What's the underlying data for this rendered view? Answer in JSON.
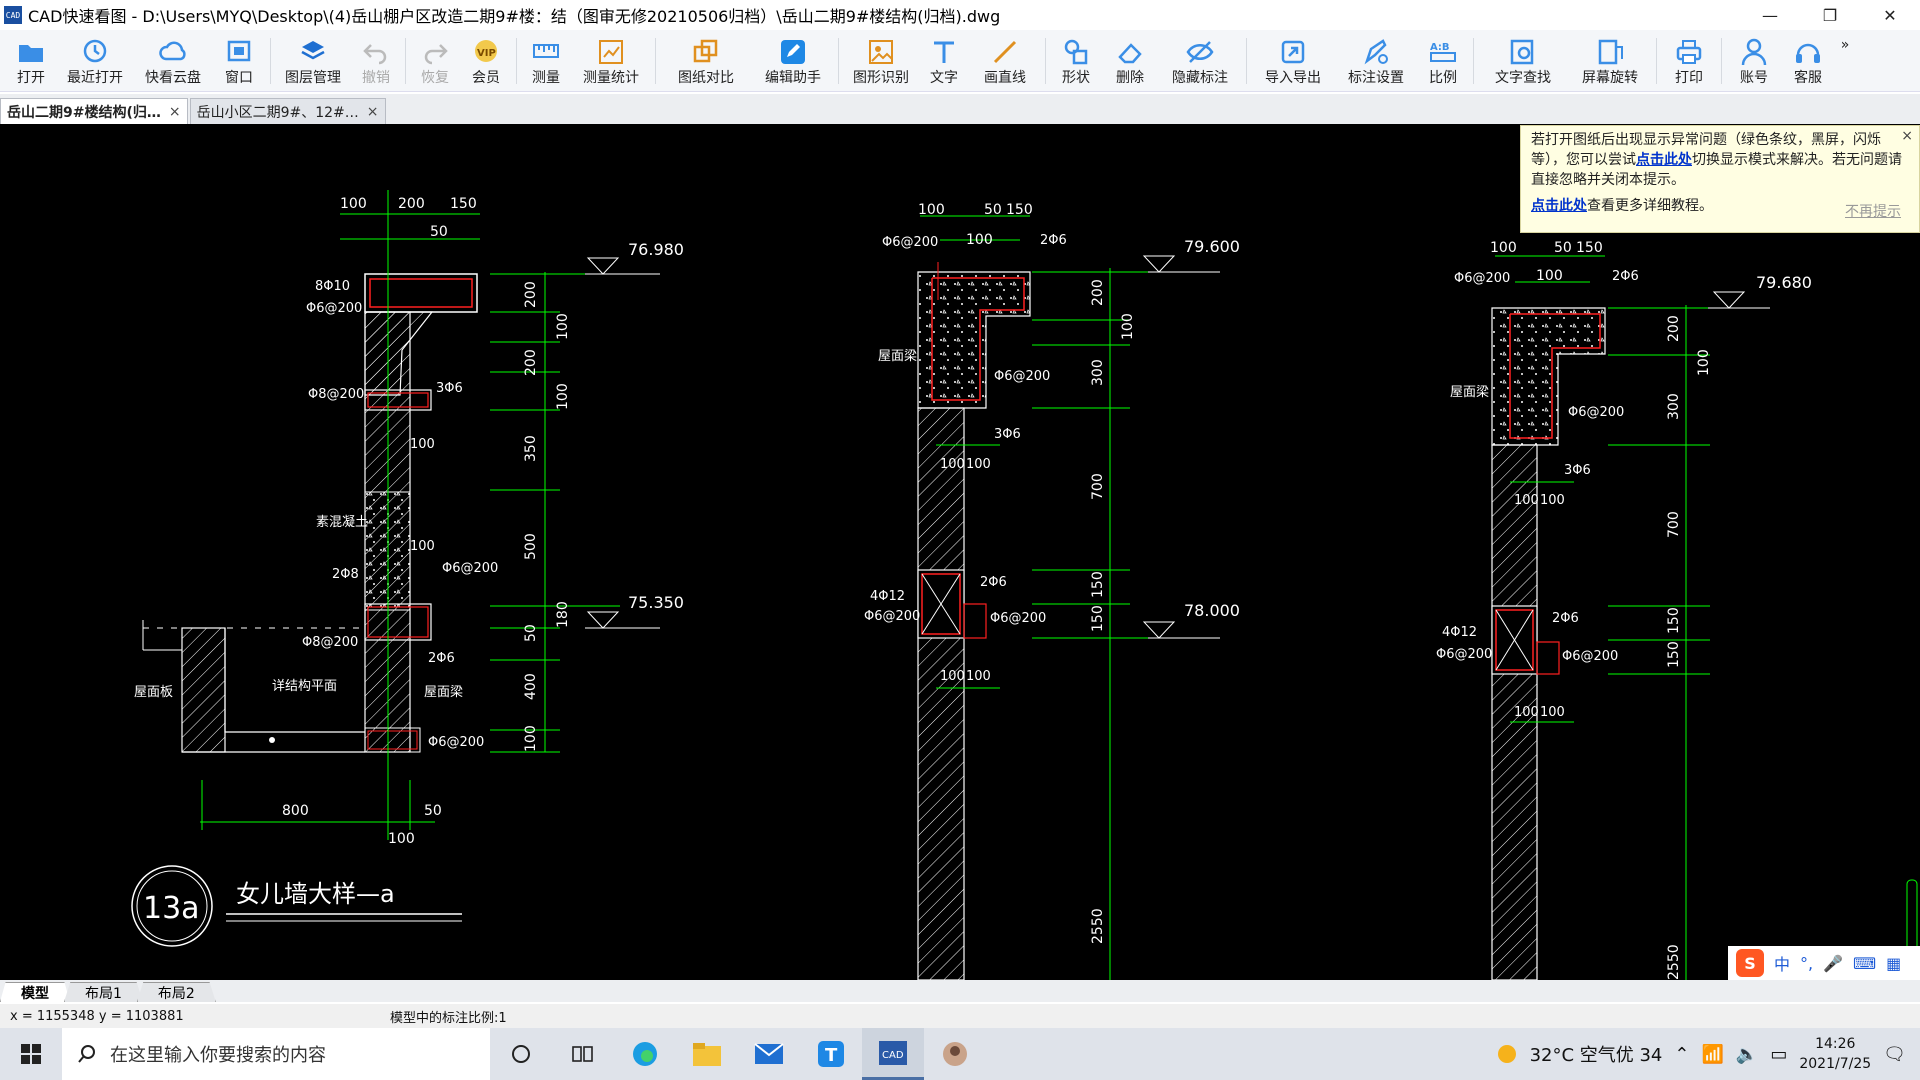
{
  "window": {
    "title": "CAD快速看图 - D:\\Users\\MYQ\\Desktop\\(4)岳山棚户区改造二期9#楼：结（图审无修20210506归档）\\岳山二期9#楼结构(归档).dwg",
    "app_icon_text": "CAD"
  },
  "toolbar": [
    {
      "label": "打开",
      "icon": "folder-open-icon",
      "disabled": false
    },
    {
      "label": "最近打开",
      "icon": "clock-history-icon",
      "disabled": false
    },
    {
      "label": "快看云盘",
      "icon": "cloud-icon",
      "disabled": false
    },
    {
      "label": "窗口",
      "icon": "window-icon",
      "disabled": false
    },
    {
      "label": "图层管理",
      "icon": "layers-icon",
      "disabled": false
    },
    {
      "label": "撤销",
      "icon": "undo-icon",
      "disabled": true
    },
    {
      "label": "恢复",
      "icon": "redo-icon",
      "disabled": true
    },
    {
      "label": "会员",
      "icon": "vip-icon",
      "disabled": false
    },
    {
      "label": "测量",
      "icon": "ruler-icon",
      "disabled": false
    },
    {
      "label": "测量统计",
      "icon": "measure-stats-icon",
      "disabled": false
    },
    {
      "label": "图纸对比",
      "icon": "compare-icon",
      "disabled": false
    },
    {
      "label": "编辑助手",
      "icon": "edit-assistant-icon",
      "disabled": false
    },
    {
      "label": "图形识别",
      "icon": "shape-recognize-icon",
      "disabled": false
    },
    {
      "label": "文字",
      "icon": "text-icon",
      "disabled": false
    },
    {
      "label": "画直线",
      "icon": "line-icon",
      "disabled": false
    },
    {
      "label": "形状",
      "icon": "shapes-icon",
      "disabled": false
    },
    {
      "label": "删除",
      "icon": "eraser-icon",
      "disabled": false
    },
    {
      "label": "隐藏标注",
      "icon": "hide-annotation-icon",
      "disabled": false
    },
    {
      "label": "导入导出",
      "icon": "import-export-icon",
      "disabled": false
    },
    {
      "label": "标注设置",
      "icon": "annotation-settings-icon",
      "disabled": false
    },
    {
      "label": "比例",
      "icon": "scale-icon",
      "disabled": false
    },
    {
      "label": "文字查找",
      "icon": "text-search-icon",
      "disabled": false
    },
    {
      "label": "屏幕旋转",
      "icon": "rotate-screen-icon",
      "disabled": false
    },
    {
      "label": "打印",
      "icon": "printer-icon",
      "disabled": false
    },
    {
      "label": "账号",
      "icon": "user-icon",
      "disabled": false
    },
    {
      "label": "客服",
      "icon": "headset-icon",
      "disabled": false
    }
  ],
  "toolbar_more": "»",
  "doc_tabs": [
    {
      "label": "岳山二期9#楼结构(归…",
      "active": true,
      "close": "×"
    },
    {
      "label": "岳山小区二期9#、12#…",
      "active": false,
      "close": "×"
    }
  ],
  "notice": {
    "line1a": "若打开图纸后出现显示异常问题（绿色条纹，黑屏，闪烁等），您可以尝试",
    "link1": "点击此处",
    "line1b": "切换显示模式来解决。若无问题请直接忽略并关闭本提示。",
    "link2": "点击此处",
    "line2b": "查看更多详细教程。",
    "dismiss": "不再提示",
    "close": "×"
  },
  "drawing": {
    "detail_title": "女儿墙大样—a",
    "detail_number": "13a",
    "elevations": [
      "76.980",
      "75.350",
      "79.600",
      "78.000",
      "79.680"
    ],
    "dims_a_top": [
      "100",
      "200",
      "150",
      "50"
    ],
    "dims_a_right": [
      "200",
      "100",
      "200",
      "100",
      "350",
      "500",
      "180",
      "50",
      "400",
      "100"
    ],
    "dims_a_bottom": [
      "800",
      "50",
      "100"
    ],
    "labels_a": [
      "8Φ10",
      "Φ6@200",
      "Φ8@200",
      "3Φ6",
      "100",
      "素混凝土",
      "100",
      "Φ6@200",
      "2Φ8",
      "Φ8@200",
      "2Φ6",
      "屋面板",
      "详结构平面",
      "屋面梁",
      "Φ6@200"
    ],
    "dims_b_top": [
      "100",
      "50",
      "150",
      "100"
    ],
    "labels_b": [
      "Φ6@200",
      "2Φ6",
      "屋面梁",
      "Φ6@200",
      "3Φ6",
      "100",
      "100",
      "4Φ12",
      "Φ6@200",
      "2Φ6",
      "Φ6@200",
      "100",
      "100"
    ],
    "dims_b_right": [
      "200",
      "100",
      "300",
      "700",
      "150",
      "150",
      "2550"
    ],
    "dims_c_top": [
      "100",
      "50",
      "150",
      "100"
    ],
    "labels_c": [
      "Φ6@200",
      "2Φ6",
      "屋面梁",
      "Φ6@200",
      "3Φ6",
      "100",
      "100",
      "4Φ12",
      "Φ6@200",
      "2Φ6",
      "Φ6@200",
      "100",
      "100"
    ],
    "dims_c_right": [
      "200",
      "100",
      "300",
      "700",
      "150",
      "150",
      "2550"
    ]
  },
  "ime": {
    "logo": "S",
    "mode": "中",
    "punct": "°,",
    "mic": "🎤",
    "kbd": "⌨",
    "grid": "▦"
  },
  "layout_tabs": [
    {
      "label": "模型",
      "active": true
    },
    {
      "label": "布局1",
      "active": false
    },
    {
      "label": "布局2",
      "active": false
    }
  ],
  "status": {
    "coords": "x = 1155348  y = 1103881",
    "scale": "模型中的标注比例:1"
  },
  "taskbar": {
    "search_placeholder": "在这里输入你要搜索的内容",
    "weather": "32°C 空气优 34",
    "time": "14:26",
    "date": "2021/7/25"
  },
  "colors": {
    "canvas": "#000000",
    "dim_green": "#00ff00",
    "rebar_red": "#ff0000",
    "text_white": "#ffffff",
    "accent_blue": "#1e88e5"
  }
}
